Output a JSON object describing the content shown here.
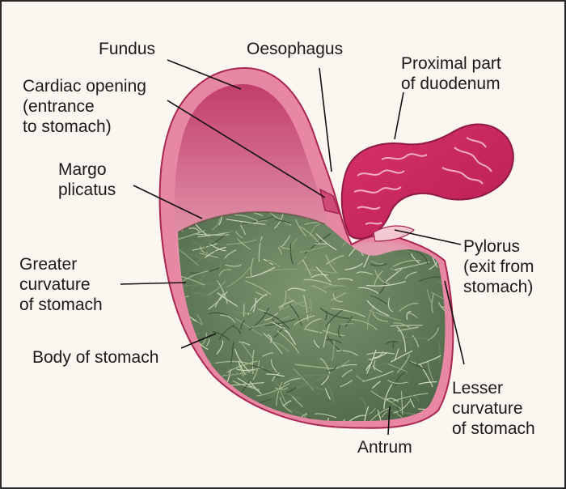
{
  "labels": {
    "fundus": [
      "Fundus"
    ],
    "oesophagus": [
      "Oesophagus"
    ],
    "duodenum": [
      "Proximal part",
      "of duodenum"
    ],
    "cardiac_opening": [
      "Cardiac opening",
      "(entrance",
      "to stomach)"
    ],
    "margo_plicatus": [
      "Margo",
      "plicatus"
    ],
    "greater_curvature": [
      "Greater",
      "curvature",
      "of stomach"
    ],
    "body": [
      "Body of stomach"
    ],
    "pylorus": [
      "Pylorus",
      "(exit from",
      "stomach)"
    ],
    "lesser_curvature": [
      "Lesser",
      "curvature",
      "of stomach"
    ],
    "antrum": [
      "Antrum"
    ]
  },
  "colors": {
    "tissue": "#e06a8e",
    "tissue_dark": "#c0285c",
    "interior": "#f5d3d6",
    "hay": "#5f7b55",
    "leader": "#111111"
  }
}
